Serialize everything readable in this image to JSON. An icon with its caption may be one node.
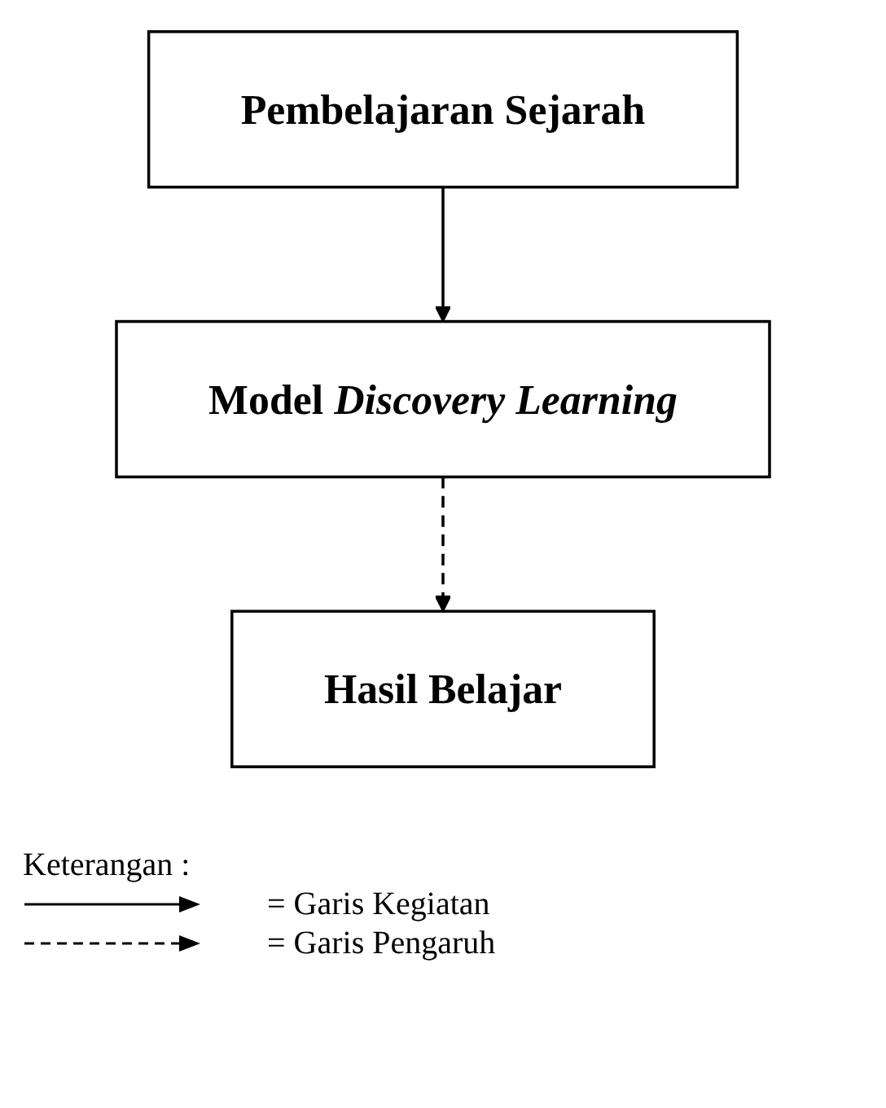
{
  "diagram": {
    "nodes": [
      {
        "text": [
          "Pembelajaran Sejarah"
        ]
      },
      {
        "text": [
          "Model *Discovery Learning*"
        ]
      },
      {
        "text": [
          "Hasil Belajar"
        ]
      }
    ],
    "edges": [
      {
        "from": 0,
        "to": 1,
        "arrow": "to"
      },
      {
        "from": 1,
        "to": 2,
        "arrow": "to",
        "style": "dashed"
      }
    ],
    "labels": [
      "Keterangan :"
    ],
    "legend": [
      {
        "text": "= Garis Kegiatan"
      },
      {
        "text": "= Garis Pengaruh"
      }
    ]
  }
}
